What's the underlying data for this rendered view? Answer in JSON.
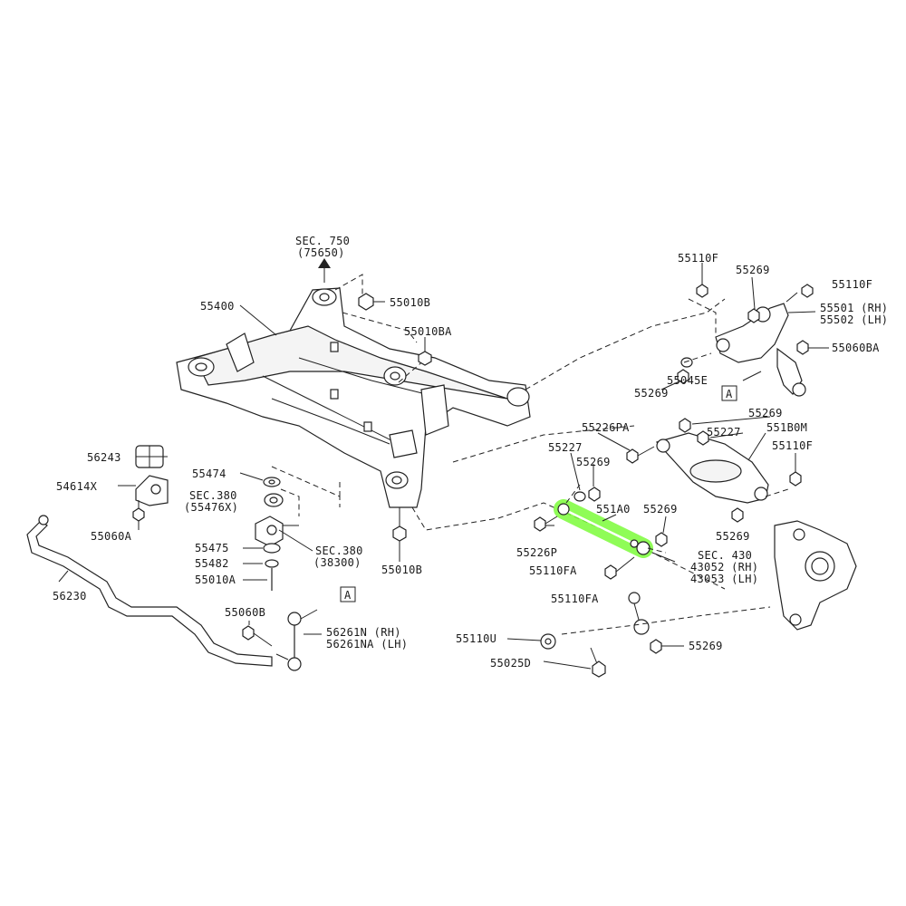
{
  "labels": {
    "sec750": "SEC. 750",
    "sec750_sub": "(75650)",
    "p55400": "55400",
    "p55010b_top": "55010B",
    "p55010ba": "55010BA",
    "p56243": "56243",
    "p54614x": "54614X",
    "p55060a": "55060A",
    "p55474": "55474",
    "sec380a": "SEC.380",
    "sec380a_sub": "(55476X)",
    "p55475": "55475",
    "p55482": "55482",
    "p55010a": "55010A",
    "sec380b": "SEC.380",
    "sec380b_sub": "(38300)",
    "p55010b_bot": "55010B",
    "p56230": "56230",
    "p55060b": "55060B",
    "p56261n": "56261N (RH)",
    "p56261na": "56261NA (LH)",
    "boxA_left": "A",
    "p55110f_top": "55110F",
    "p55269_top": "55269",
    "p55110f_top2": "55110F",
    "p55501": "55501 (RH)",
    "p55502": "55502 (LH)",
    "p55060ba": "55060BA",
    "p55045e": "55045E",
    "p55269_mid": "55269",
    "boxA_right": "A",
    "p55269_r": "55269",
    "p55226pa": "55226PA",
    "p55227_r": "55227",
    "p551b0m": "551B0M",
    "p55227": "55227",
    "p55269_c": "55269",
    "p55110f_r": "55110F",
    "p551a0": "551A0",
    "p55269_c2": "55269",
    "p55226p": "55226P",
    "p55269_low": "55269",
    "p55110fa": "55110FA",
    "sec430": "SEC. 430",
    "p43052": "43052 (RH)",
    "p43053": "43053 (LH)",
    "p55110fa2": "55110FA",
    "p55110u": "55110U",
    "p55269_b": "55269",
    "p55025d": "55025D"
  },
  "colors": {
    "highlight": "#7CFC3A",
    "ink": "#222222"
  }
}
